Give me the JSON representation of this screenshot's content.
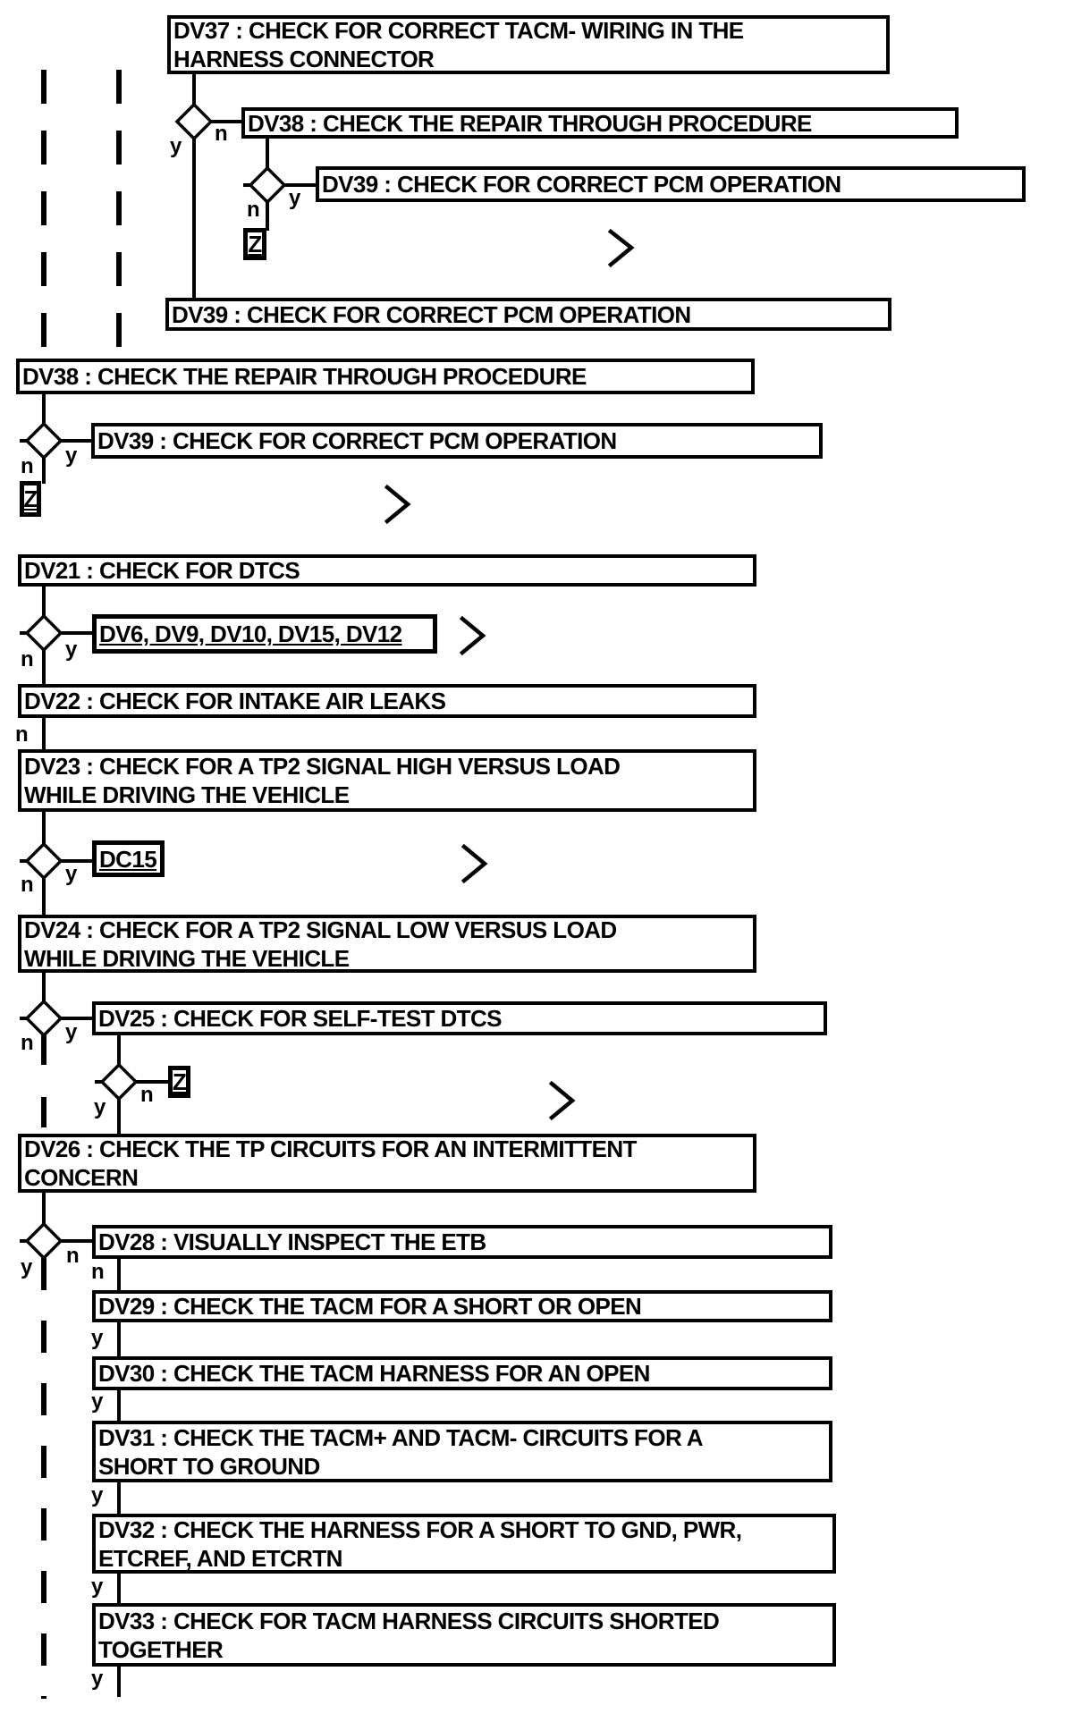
{
  "colors": {
    "line": "#000000",
    "fill": "#ffffff"
  },
  "boxes": {
    "dv37": "DV37 : CHECK FOR CORRECT TACM- WIRING IN THE\nHARNESS CONNECTOR",
    "dv38_top": "DV38 : CHECK THE REPAIR THROUGH PROCEDURE",
    "dv39_top": "DV39 : CHECK FOR CORRECT PCM OPERATION",
    "z1": "Z",
    "dv39_mid": "DV39 : CHECK FOR CORRECT PCM OPERATION",
    "dv38_mid": "DV38 : CHECK THE REPAIR THROUGH PROCEDURE",
    "dv39_low": "DV39 : CHECK FOR CORRECT PCM OPERATION",
    "z2": "Z",
    "dv21": "DV21 : CHECK FOR DTCS",
    "dv_list": "DV6, DV9, DV10, DV15, DV12",
    "dv22": "DV22 : CHECK FOR INTAKE AIR LEAKS",
    "dv23": "DV23 : CHECK FOR A TP2 SIGNAL HIGH VERSUS LOAD\nWHILE DRIVING THE VEHICLE",
    "dc15": "DC15",
    "dv24": "DV24 : CHECK FOR A TP2 SIGNAL LOW VERSUS LOAD\nWHILE DRIVING THE VEHICLE",
    "dv25": "DV25 : CHECK FOR SELF-TEST DTCS",
    "z3": "Z",
    "dv26": "DV26 : CHECK THE TP CIRCUITS FOR AN INTERMITTENT\nCONCERN",
    "dv28": "DV28 : VISUALLY INSPECT THE ETB",
    "dv29": "DV29 : CHECK THE TACM FOR A SHORT OR OPEN",
    "dv30": "DV30 : CHECK THE TACM HARNESS FOR AN OPEN",
    "dv31": "DV31 : CHECK THE TACM+ AND TACM- CIRCUITS FOR A\nSHORT TO GROUND",
    "dv32": "DV32 : CHECK THE  HARNESS FOR A SHORT TO GND, PWR,\nETCREF, AND ETCRTN",
    "dv33": "DV33 : CHECK FOR TACM HARNESS CIRCUITS SHORTED\nTOGETHER"
  },
  "branch_labels": {
    "d1_y": "y",
    "d1_n": "n",
    "d2_n": "n",
    "d2_y": "y",
    "d3_n": "n",
    "d3_y": "y",
    "d4_n": "n",
    "d4_y": "y",
    "dv22_n": "n",
    "d5_n": "n",
    "d5_y": "y",
    "d6_n": "n",
    "d6_y": "y",
    "d7_y": "y",
    "d7_n": "n",
    "d8_y": "y",
    "d8_n": "n",
    "dv28_n": "n",
    "dv29_y": "y",
    "dv30_y": "y",
    "dv31_y": "y",
    "dv32_y": "y",
    "dv33_y": "y"
  }
}
